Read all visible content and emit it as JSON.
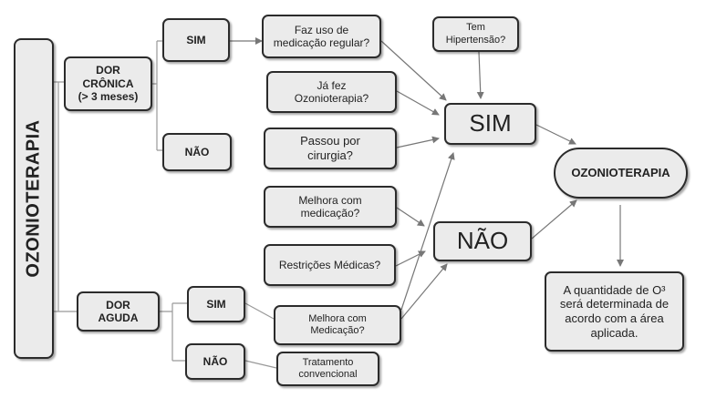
{
  "root": {
    "label": "OZONIOTERAPIA"
  },
  "nodes": {
    "dor_cronica": "DOR\nCRÔNICA\n(> 3 meses)",
    "dor_aguda": "DOR\nAGUDA",
    "cronica_sim": "SIM",
    "cronica_nao": "NÃO",
    "aguda_sim": "SIM",
    "aguda_nao": "NÃO",
    "q_medicacao_regular": "Faz uso de\nmedicação regular?",
    "q_hipertensao": "Tem\nHipertensão?",
    "q_ja_fez": "Já fez\nOzonioterapia?",
    "q_cirurgia": "Passou por\ncirurgia?",
    "q_melhora_medicacao": "Melhora com\nmedicação?",
    "q_restricoes": "Restrições Médicas?",
    "q_melhora_medicacao_aguda": "Melhora com\nMedicação?",
    "tratamento_convencional": "Tratamento\nconvencional",
    "result_sim": "SIM",
    "result_nao": "NÃO",
    "ozonioterapia": "OZONIOTERAPIA",
    "nota": "A quantidade de O³\nserá determinada de\nacordo com a área\naplicada."
  }
}
